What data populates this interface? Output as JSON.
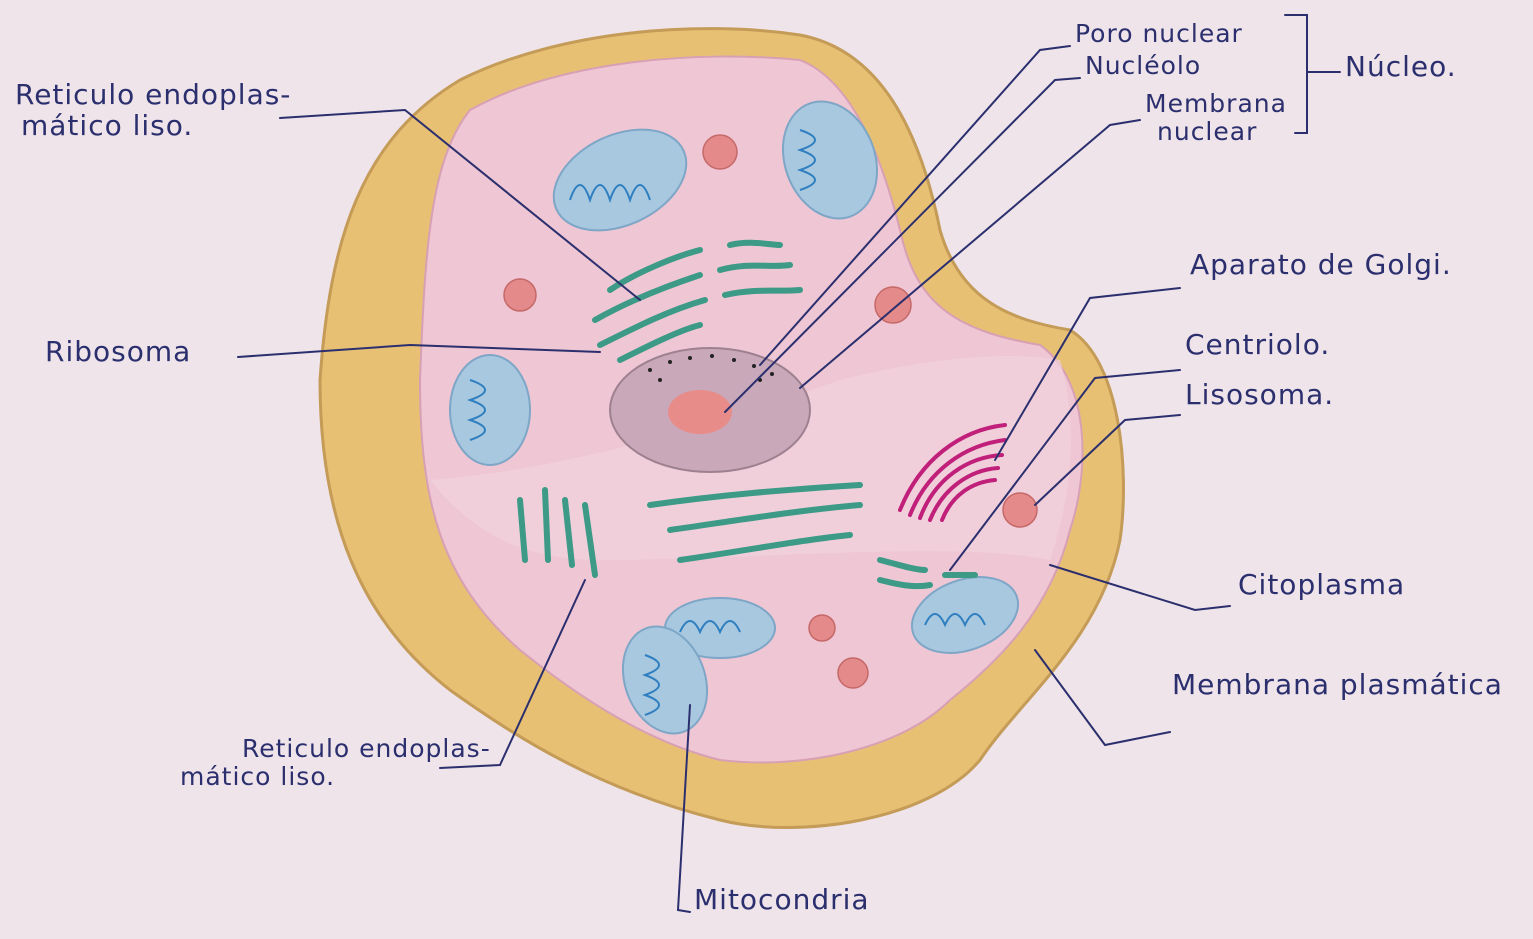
{
  "labels": {
    "rel_top_line1": "Reticulo endoplas-",
    "rel_top_line2": "mático liso.",
    "ribosoma": "Ribosoma",
    "rel_bottom_line1": "Reticulo endoplas-",
    "rel_bottom_line2": "mático liso.",
    "mitocondria": "Mitocondria",
    "poro_nuclear": "Poro nuclear",
    "nucleolo": "Nucléolo",
    "membrana_nuclear_line1": "Membrana",
    "membrana_nuclear_line2": "nuclear",
    "nucleo": "Núcleo.",
    "golgi": "Aparato de Golgi.",
    "centriolo": "Centriolo.",
    "lisosoma": "Lisosoma.",
    "citoplasma": "Citoplasma",
    "membrana_plasmatica": "Membrana plasmática"
  },
  "colors": {
    "paper": "#efe4ea",
    "ink": "#2b2f6e",
    "membrane": "#e8c074",
    "cytoplasm": "#efc6d4",
    "nucleus": "#c9a9b9",
    "mitochondria": "#a8c8e0",
    "er": "#3c9a86",
    "lysosome": "#e48a8a",
    "golgi": "#c0207a"
  }
}
